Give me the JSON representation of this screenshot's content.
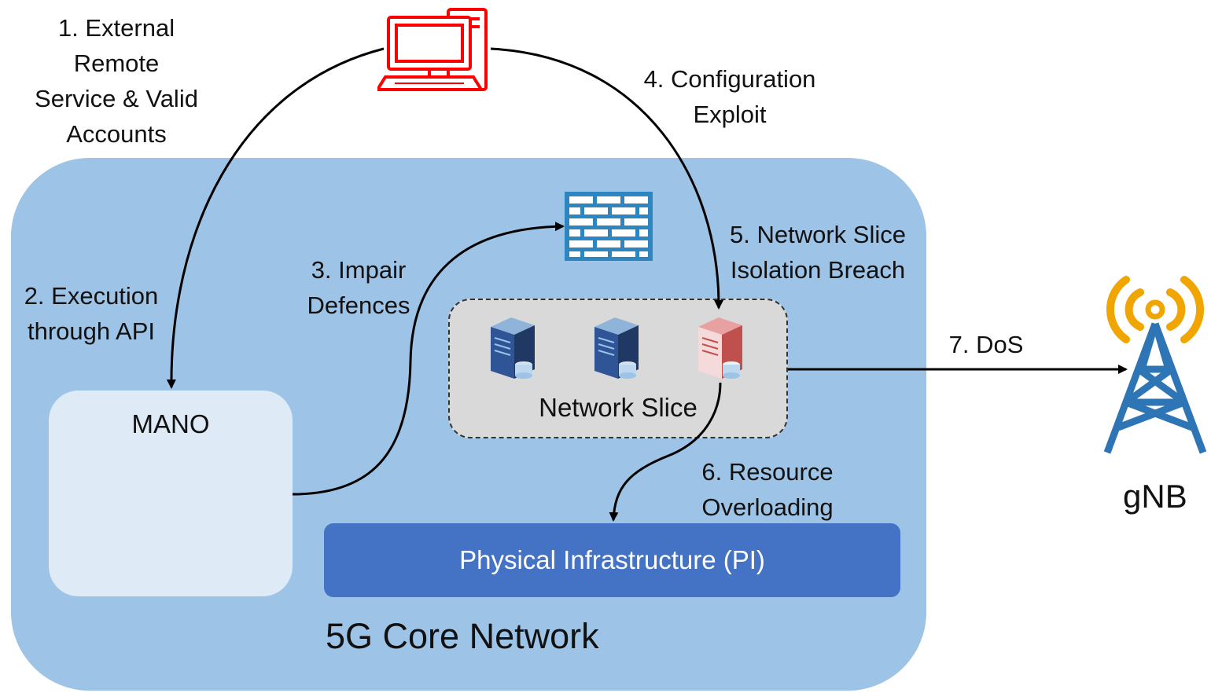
{
  "core": {
    "label": "5G Core Network"
  },
  "mano": {
    "label": "MANO"
  },
  "slice": {
    "label": "Network Slice"
  },
  "pi": {
    "label": "Physical Infrastructure (PI)"
  },
  "gnb": {
    "label": "gNB"
  },
  "steps": {
    "s1": "1. External\nRemote\nService & Valid\nAccounts",
    "s2": "2. Execution\nthrough API",
    "s3": "3. Impair\nDefences",
    "s4": "4. Configuration\nExploit",
    "s5": "5. Network Slice\nIsolation Breach",
    "s6": "6. Resource\nOverloading",
    "s7": "7. DoS"
  },
  "icons": {
    "attacker": "attacker-computer-icon",
    "firewall": "firewall-icon",
    "server": "server-icon",
    "compromised_server": "compromised-server-icon",
    "tower": "cell-tower-icon"
  },
  "colors": {
    "core_bg": "#9dc3e6",
    "mano_bg": "#deebf7",
    "slice_bg": "#d9d9d9",
    "pi_bg": "#4472c4",
    "attacker": "#ff0000",
    "firewall": "#2e86c1",
    "tower": "#2e75b6",
    "signal": "#f0a500"
  }
}
